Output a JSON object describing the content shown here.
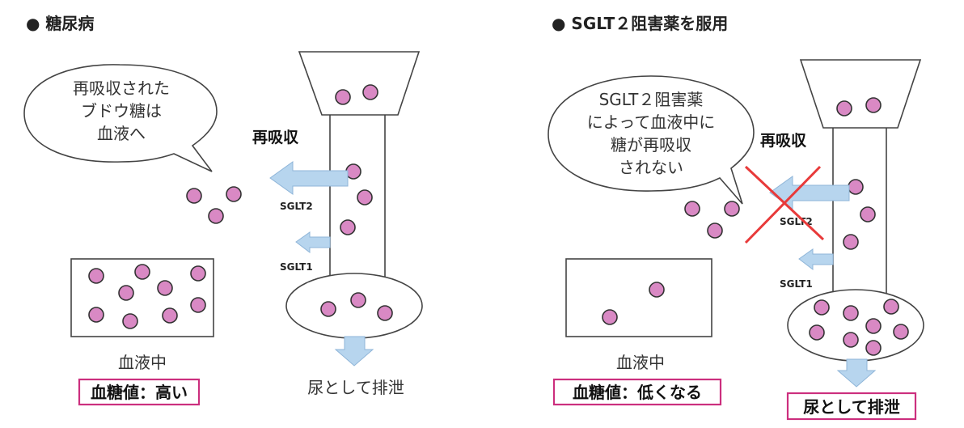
{
  "panels": [
    {
      "title": "● 糖尿病",
      "bubble_lines": [
        "再吸収された",
        "ブドウ糖は",
        "血液へ"
      ],
      "reabsorption_label": "再吸収",
      "sglt2_label": "SGLT2",
      "sglt1_label": "SGLT1",
      "blood_label": "血液中",
      "blood_sugar_label": "血糖値：高い",
      "urine_label": "尿として排泄"
    },
    {
      "title": "● SGLT２阻害薬を服用",
      "bubble_lines": [
        "SGLT２阻害薬",
        "によって血液中に",
        "糖が再吸収",
        "されない"
      ],
      "reabsorption_label": "再吸収",
      "sglt2_label": "SGLT2",
      "sglt1_label": "SGLT1",
      "blood_label": "血液中",
      "blood_sugar_label": "血糖値：低くなる",
      "urine_label": "尿として排泄"
    }
  ],
  "colors": {
    "glucose": "#d989c4",
    "arrow": "#b7d5ee",
    "cross": "#e83a3a",
    "highlight_border": "#cc2f7e"
  }
}
